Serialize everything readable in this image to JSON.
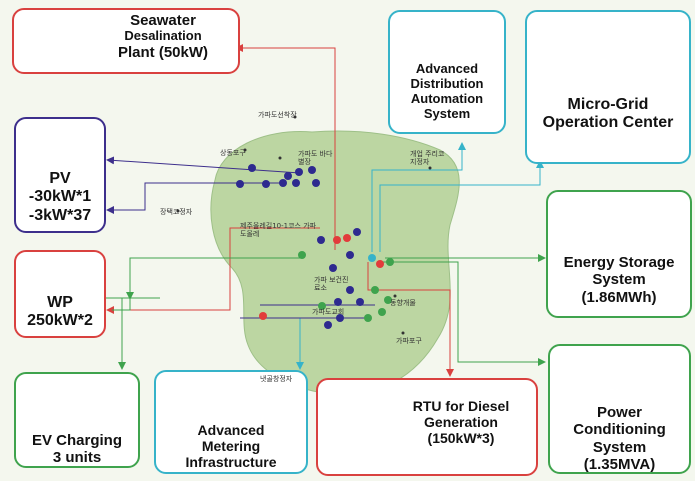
{
  "colors": {
    "red": "#d9413f",
    "teal": "#36b3c9",
    "navy": "#3d2f8c",
    "green": "#3fa34d",
    "island": "#bcd6a2",
    "sea": "#f4f7ee"
  },
  "boxes": {
    "seawater": {
      "line1": "Seawater",
      "line2": "Desalination",
      "line3": "Plant (50kW)"
    },
    "pv": {
      "line1": "PV",
      "line2": "-30kW*1",
      "line3": "-3kW*37"
    },
    "wp": {
      "line1": "WP",
      "line2": "250kW*2"
    },
    "ev": {
      "line1": "EV Charging",
      "line2": "3 units"
    },
    "ami": {
      "line1": "Advanced",
      "line2": "Metering",
      "line3": "Infrastructure"
    },
    "rtu": {
      "line1": "RTU for Diesel",
      "line2": "Generation",
      "line3": "(150kW*3)"
    },
    "pcs": {
      "line1": "Power",
      "line2": "Conditioning",
      "line3": "System",
      "line4": "(1.35MVA)"
    },
    "ess": {
      "line1": "Energy Storage",
      "line2": "System",
      "line3": "(1.86MWh)"
    },
    "mgoc": {
      "line1": "Micro-Grid",
      "line2": "Operation Center"
    },
    "adas": {
      "line1": "Advanced",
      "line2": "Distribution",
      "line3": "Automation",
      "line4": "System"
    }
  },
  "places": [
    "가파도선착장",
    "상동포구",
    "가파도 바다별장",
    "개업 주리코지정자",
    "장택코정자",
    "제주올레길10-1코스 가파도올레",
    "가파 보건진료소",
    "가파도교회",
    "동향개물",
    "가파포구",
    "냇골창정자"
  ]
}
